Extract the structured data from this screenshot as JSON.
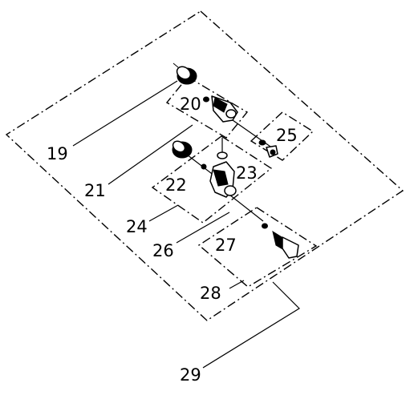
{
  "diagram": {
    "callouts": {
      "c19": "19",
      "c20": "20",
      "c21": "21",
      "c22": "22",
      "c23": "23",
      "c24": "24",
      "c25": "25",
      "c26": "26",
      "c27": "27",
      "c28": "28",
      "c29": "29"
    }
  }
}
